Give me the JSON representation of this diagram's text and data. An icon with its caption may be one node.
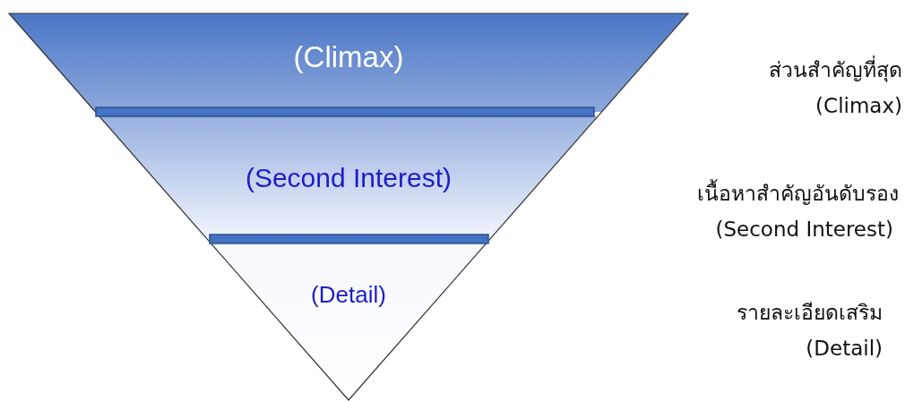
{
  "diagram": {
    "nodes": [
      {
        "text": [
          "(Climax)"
        ],
        "beside": [
          "ส่วนสำคัญที่สุด",
          "(Climax)"
        ]
      },
      {
        "text": [
          "(Second Interest)"
        ],
        "beside": [
          "เนื้อหาสำคัญอันดับรอง",
          "(Second Interest)"
        ]
      },
      {
        "text": [
          "(Detail)"
        ],
        "beside": [
          "รายละเอียดเสริม",
          "(Detail)"
        ]
      }
    ],
    "edges": []
  }
}
